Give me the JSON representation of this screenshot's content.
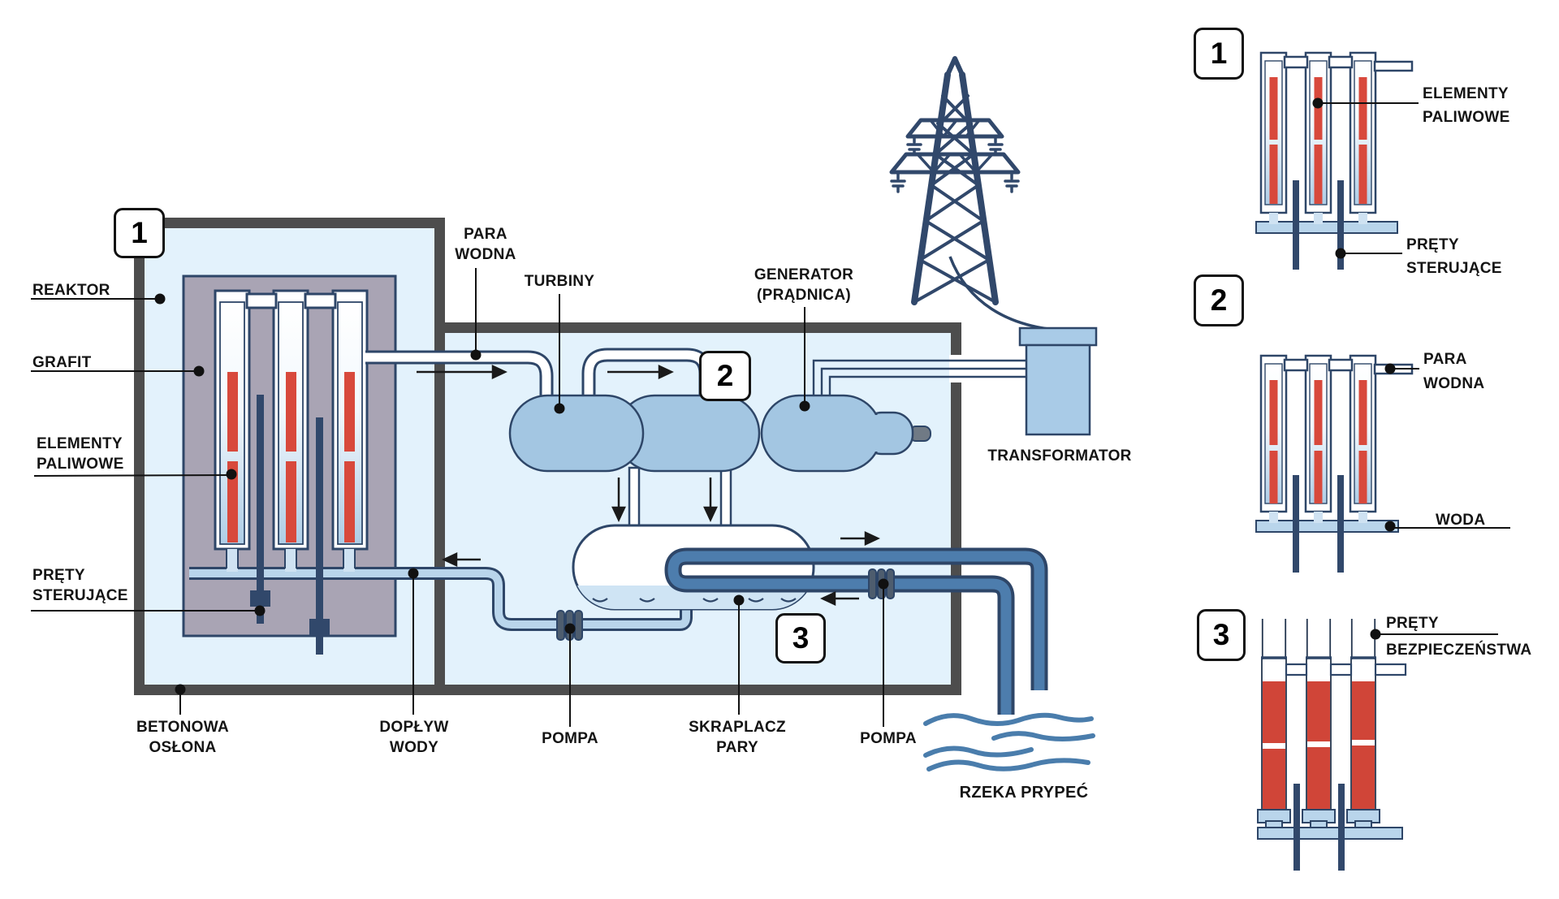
{
  "colors": {
    "wall": "#4d4d4d",
    "interior": "#e3f2fc",
    "outline_navy": "#2e4668",
    "graphite": "#a9a4b4",
    "fuel_red": "#d8493c",
    "machine_blue": "#a3c6e2",
    "pipe_dark_fill": "#4d7dad",
    "pipe_light_fill": "#b9d5eb",
    "pump_dark": "#4e5d6e",
    "river_blue": "#4a7dac",
    "condenser_water": "#cfe4f4"
  },
  "badges": {
    "reactor": "1",
    "turbines": "2",
    "condenser": "3",
    "panel_fuel": "1",
    "panel_steam": "2",
    "panel_safety": "3"
  },
  "main_labels": {
    "reaktor": "REAKTOR",
    "grafit": "GRAFIT",
    "elementy_paliwowe": {
      "line1": "ELEMENTY",
      "line2": "PALIWOWE"
    },
    "prety_sterujace": {
      "line1": "PRĘTY",
      "line2": "STERUJĄCE"
    },
    "para_wodna": {
      "line1": "PARA",
      "line2": "WODNA"
    },
    "turbiny": "TURBINY",
    "generator": {
      "line1": "GENERATOR",
      "line2": "(PRĄDNICA)"
    },
    "transformator": "TRANSFORMATOR",
    "betonowa_oslona": {
      "line1": "BETONOWA",
      "line2": "OSŁONA"
    },
    "doplyw_wody": {
      "line1": "DOPŁYW",
      "line2": "WODY"
    },
    "pompa_left": "POMPA",
    "skraplacz_pary": {
      "line1": "SKRAPLACZ",
      "line2": "PARY"
    },
    "pompa_right": "POMPA",
    "rzeka_prypec": "RZEKA PRYPEĆ"
  },
  "panel_labels": {
    "elementy_paliwowe": {
      "line1": "ELEMENTY",
      "line2": "PALIWOWE"
    },
    "prety_sterujace": {
      "line1": "PRĘTY",
      "line2": "STERUJĄCE"
    },
    "para_wodna": {
      "line1": "PARA",
      "line2": "WODNA"
    },
    "woda": "WODA",
    "prety_bezpieczenstwa": {
      "line1": "PRĘTY",
      "line2": "BEZPIECZEŃSTWA"
    }
  }
}
